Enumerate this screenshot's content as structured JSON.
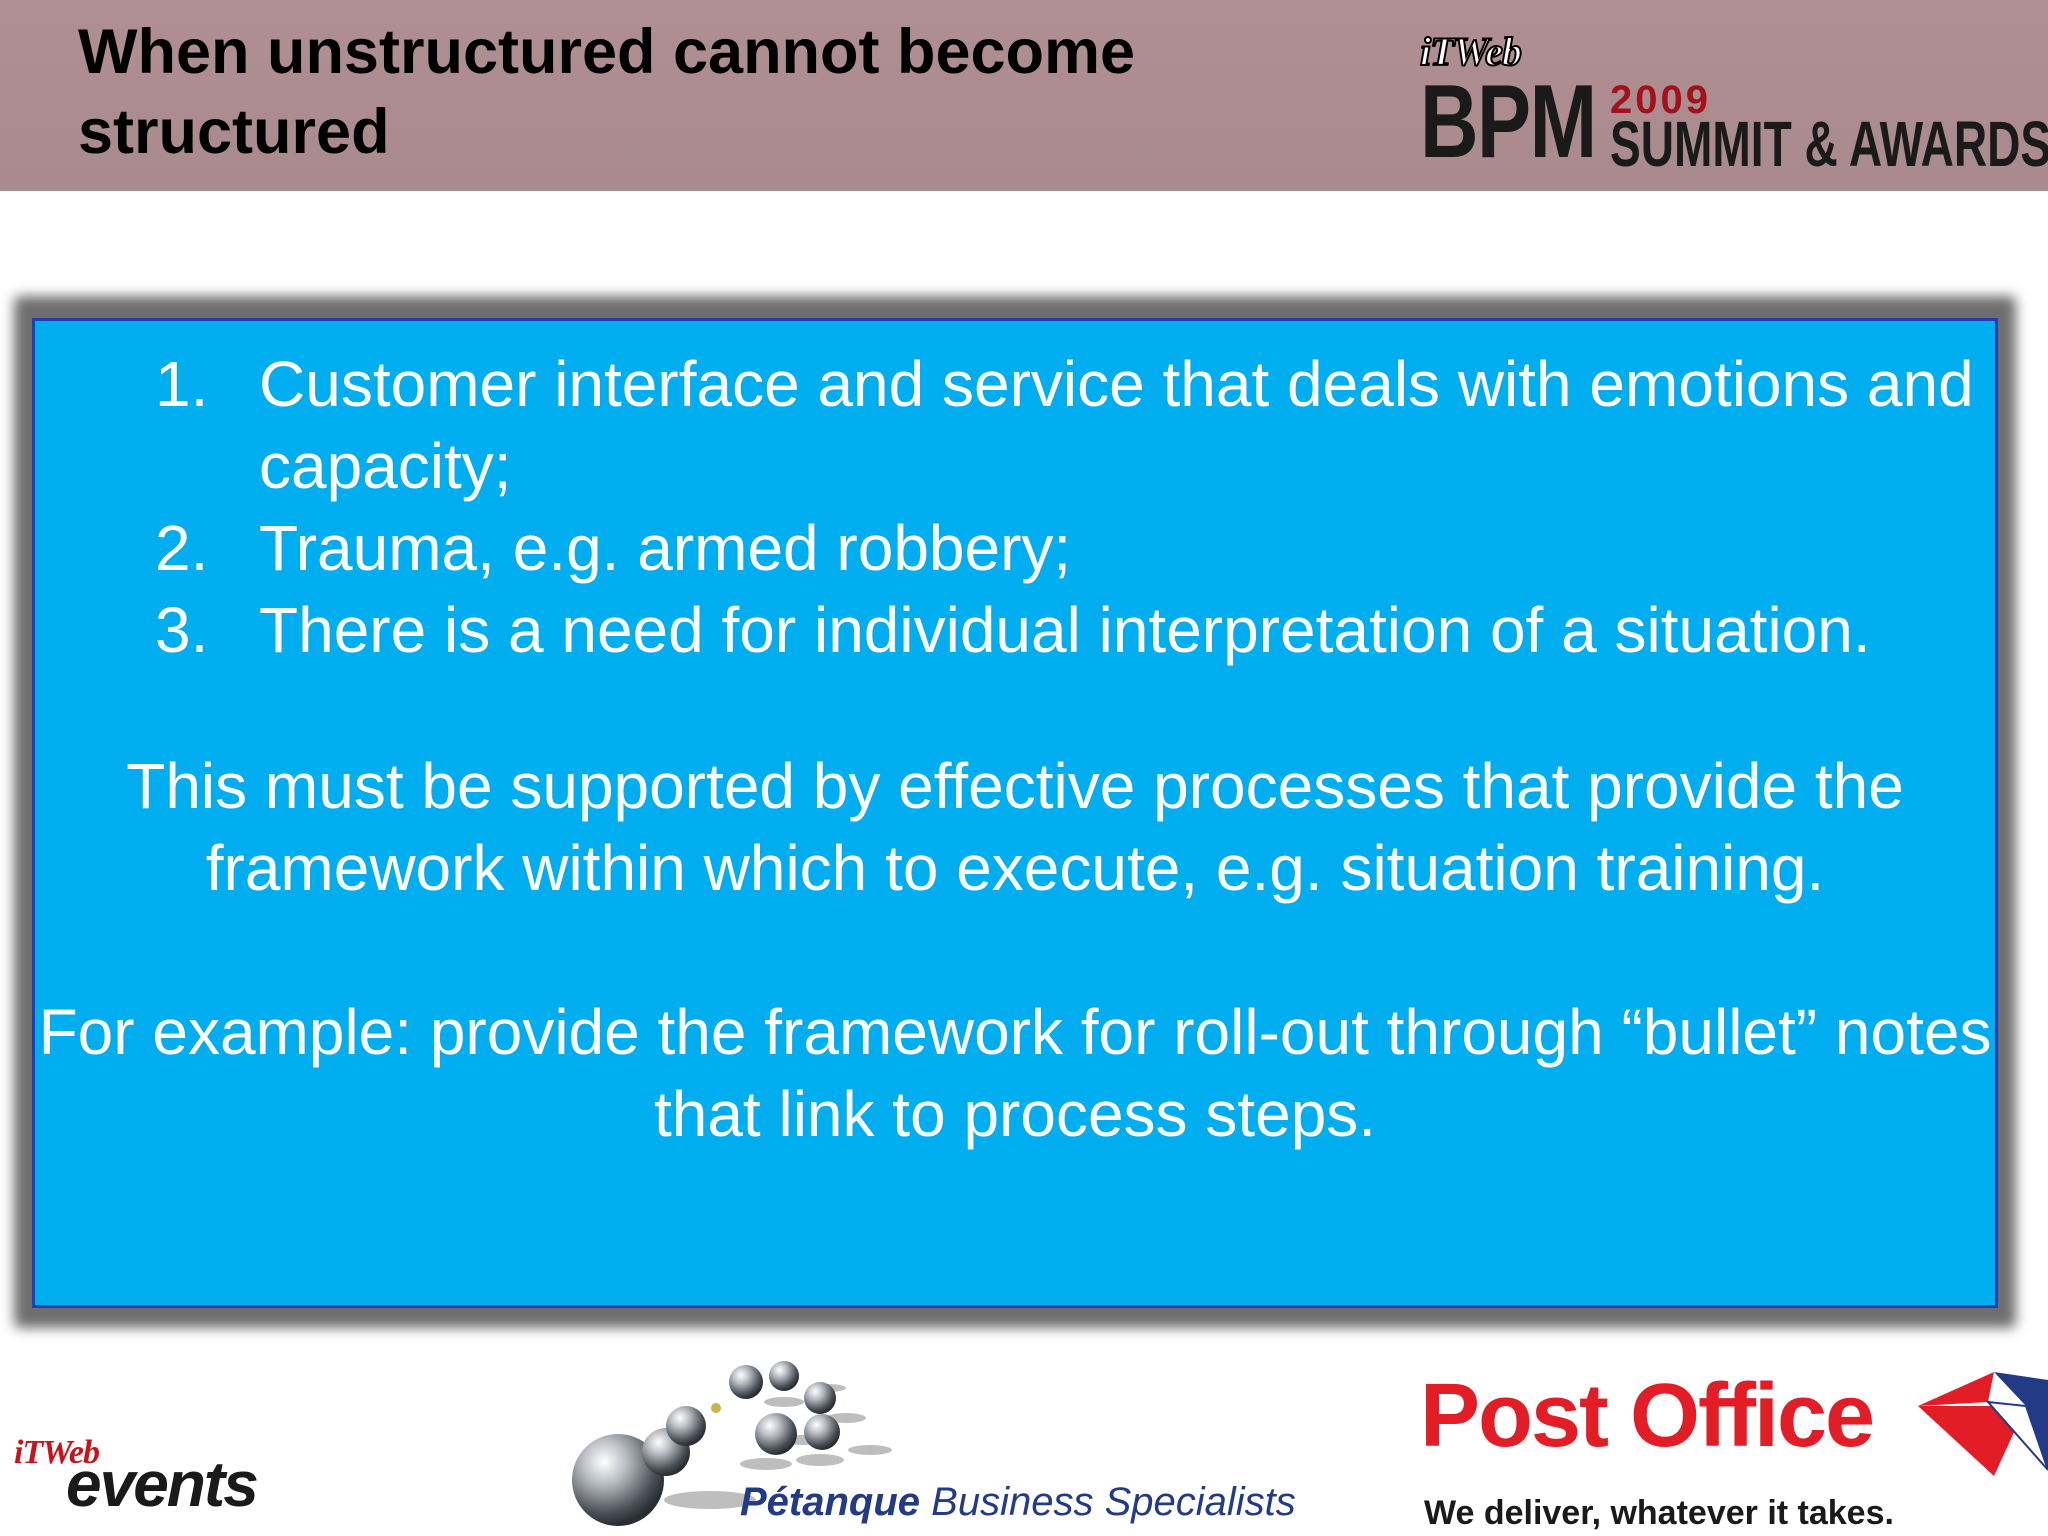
{
  "header": {
    "title": "When unstructured cannot become structured",
    "logo": {
      "brand": "iTWeb",
      "acronym": "BPM",
      "year": "2009",
      "subtitle": "SUMMIT & AWARDS"
    }
  },
  "content": {
    "list": [
      {
        "number": "1.",
        "text": "Customer interface and service that deals with emotions and capacity;"
      },
      {
        "number": "2.",
        "text": "Trauma, e.g.  armed robbery;"
      },
      {
        "number": "3.",
        "text": "There is a need for individual interpretation of a situation."
      }
    ],
    "paragraph1": "This must be supported by effective processes that provide the framework within which to execute, e.g. situation training.",
    "paragraph2": "For example: provide the framework for roll-out through “bullet” notes that link to process steps."
  },
  "footer": {
    "itweb_events": {
      "brand": "iTWeb",
      "word": "events"
    },
    "petanque": {
      "bold": "Pétanque",
      "rest": " Business Specialists"
    },
    "post_office": {
      "name": "Post Office",
      "tagline": "We deliver, whatever it takes."
    }
  },
  "colors": {
    "header_bg": "#ab8c8f",
    "panel_bg": "#00adef",
    "panel_border": "#1f3fb0",
    "post_office_red": "#e31d26",
    "petanque_blue": "#233a86"
  }
}
